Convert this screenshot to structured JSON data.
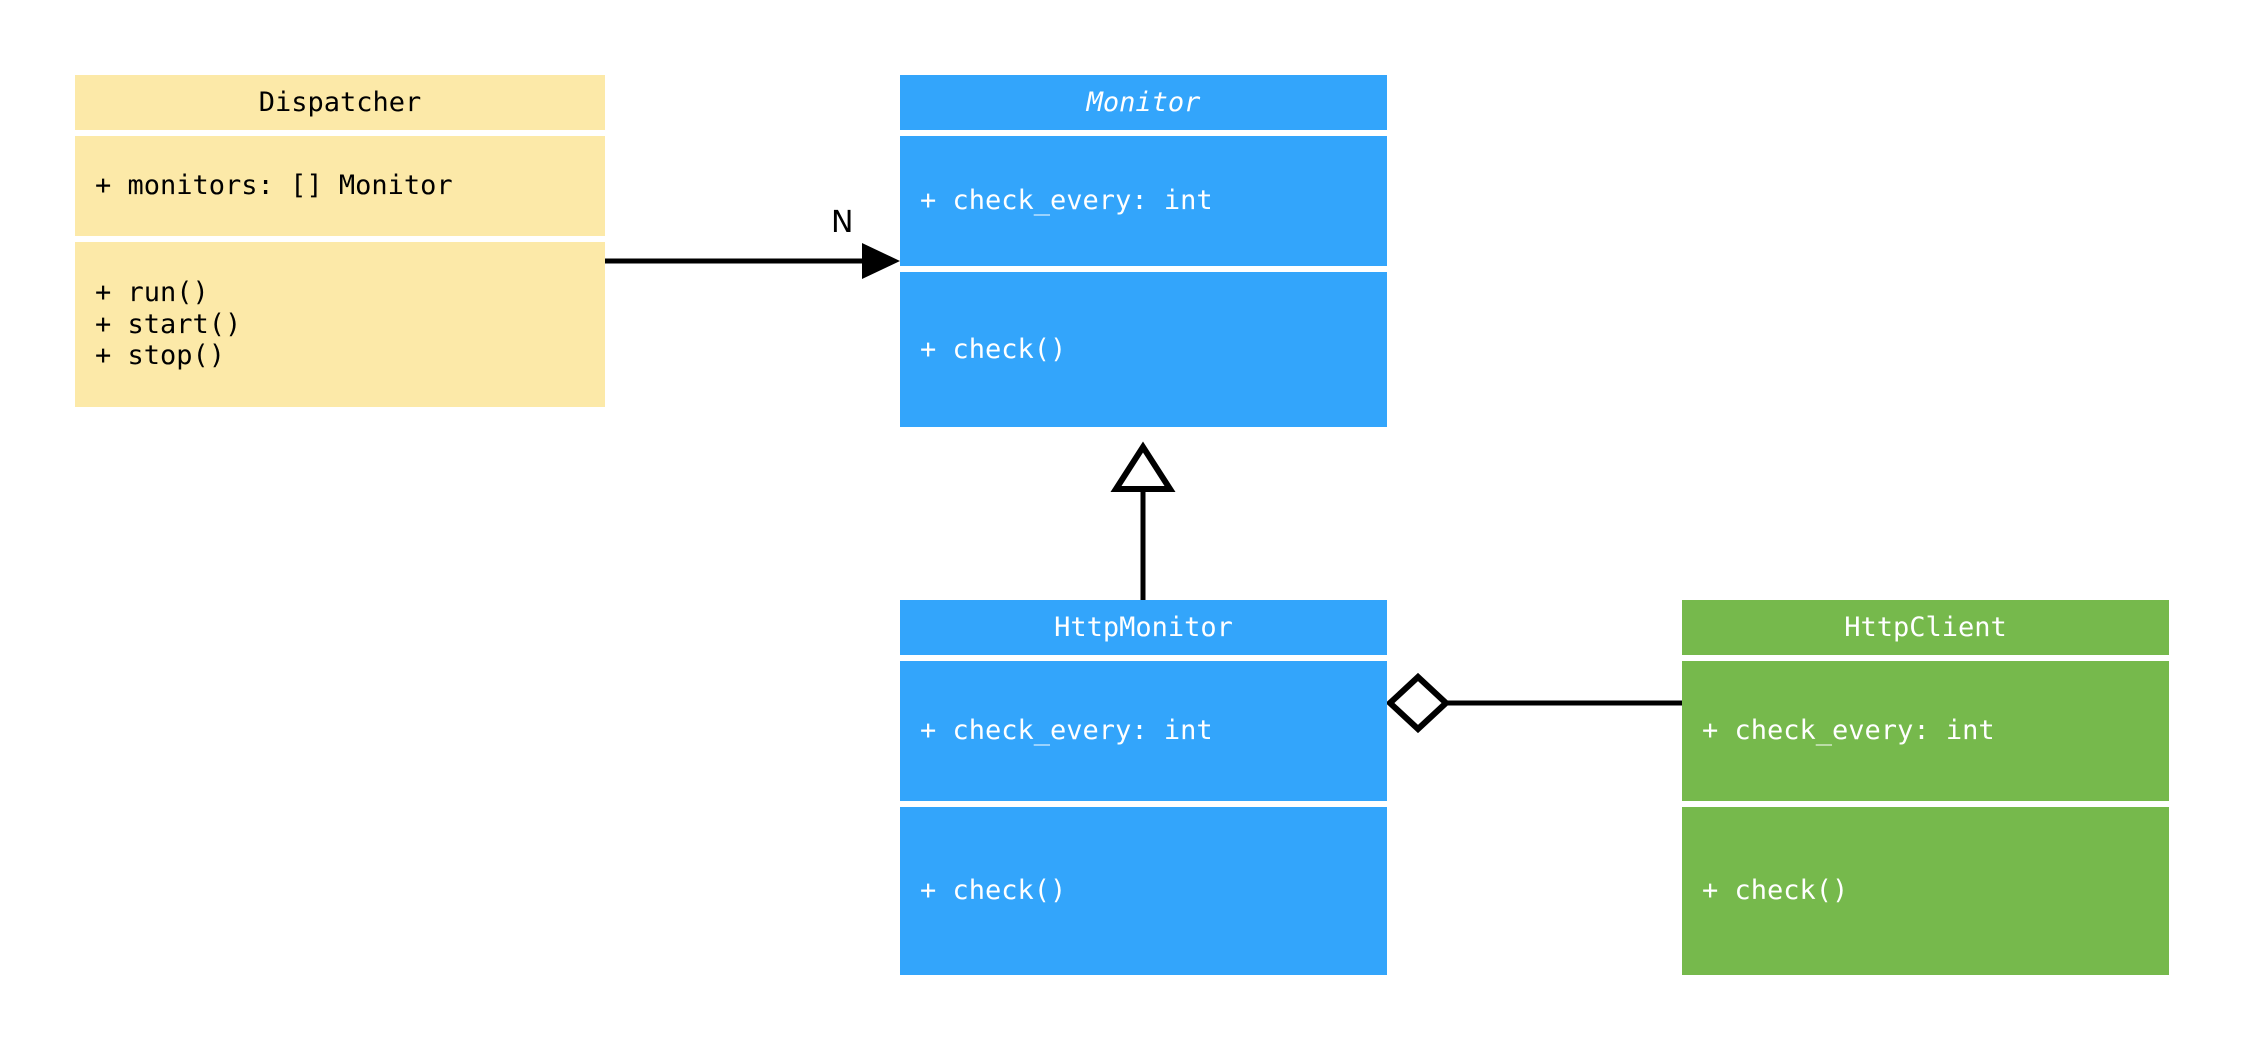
{
  "diagram": {
    "kind": "uml-class-diagram",
    "background": "#ffffff",
    "colors": {
      "yellow_fill": "#fce9a8",
      "blue_fill": "#33a5fb",
      "green_fill": "#76b94c",
      "yellow_text": "#000000",
      "blue_text": "#ffffff",
      "green_text": "#ffffff",
      "line": "#000000"
    }
  },
  "classes": {
    "dispatcher": {
      "name": "Dispatcher",
      "stereotype": "concrete",
      "attributes": [
        "+ monitors: [] Monitor"
      ],
      "methods": [
        "+ run()",
        "+ start()",
        "+ stop()"
      ]
    },
    "monitor": {
      "name": "Monitor",
      "stereotype": "abstract",
      "attributes": [
        "+ check_every: int"
      ],
      "methods": [
        "+ check()"
      ]
    },
    "http_monitor": {
      "name": "HttpMonitor",
      "stereotype": "concrete",
      "attributes": [
        "+ check_every: int"
      ],
      "methods": [
        "+ check()"
      ]
    },
    "http_client": {
      "name": "HttpClient",
      "stereotype": "concrete",
      "attributes": [
        "+ check_every: int"
      ],
      "methods": [
        "+ check()"
      ]
    }
  },
  "relationships": [
    {
      "id": "dispatcher-to-monitor",
      "type": "association",
      "from": "Dispatcher",
      "to": "Monitor",
      "marker": "open-arrow",
      "label": "N"
    },
    {
      "id": "httpmonitor-to-monitor",
      "type": "generalization",
      "from": "HttpMonitor",
      "to": "Monitor",
      "marker": "hollow-triangle",
      "label": ""
    },
    {
      "id": "httpmonitor-to-httpclient",
      "type": "aggregation",
      "from": "HttpMonitor",
      "to": "HttpClient",
      "marker": "hollow-diamond",
      "label": ""
    }
  ]
}
